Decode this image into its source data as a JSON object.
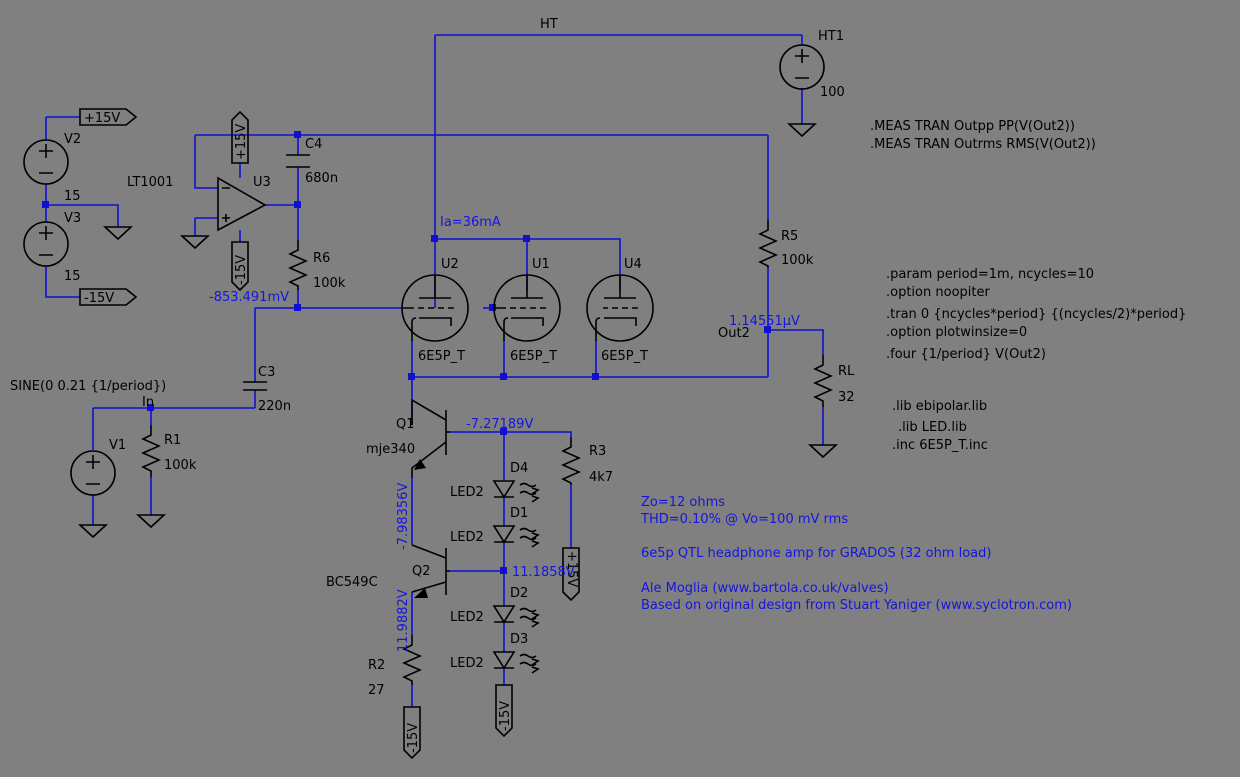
{
  "nets": {
    "ht": "HT",
    "in": "In",
    "out2": "Out2",
    "plus15": "+15V",
    "minus15": "-15V"
  },
  "components": {
    "HT1": {
      "ref": "HT1",
      "value": "100"
    },
    "V2": {
      "ref": "V2",
      "value": "15"
    },
    "V3": {
      "ref": "V3",
      "value": "15"
    },
    "V1": {
      "ref": "V1",
      "value": "SINE(0 0.21 {1/period})"
    },
    "U3": {
      "ref": "U3",
      "value": "LT1001"
    },
    "C4": {
      "ref": "C4",
      "value": "680n"
    },
    "C3": {
      "ref": "C3",
      "value": "220n"
    },
    "R6": {
      "ref": "R6",
      "value": "100k"
    },
    "R5": {
      "ref": "R5",
      "value": "100k"
    },
    "R1": {
      "ref": "R1",
      "value": "100k"
    },
    "RL": {
      "ref": "RL",
      "value": "32"
    },
    "R3": {
      "ref": "R3",
      "value": "4k7"
    },
    "R2": {
      "ref": "R2",
      "value": "27"
    },
    "U2": {
      "ref": "U2",
      "value": "6E5P_T"
    },
    "U1": {
      "ref": "U1",
      "value": "6E5P_T"
    },
    "U4": {
      "ref": "U4",
      "value": "6E5P_T"
    },
    "Q1": {
      "ref": "Q1",
      "value": "mje340"
    },
    "Q2": {
      "ref": "Q2",
      "value": "BC549C"
    },
    "D4": {
      "ref": "D4",
      "value": "LED2"
    },
    "D1": {
      "ref": "D1",
      "value": "LED2"
    },
    "D2": {
      "ref": "D2",
      "value": "LED2"
    },
    "D3": {
      "ref": "D3",
      "value": "LED2"
    }
  },
  "voltages": {
    "ia": "Ia=36mA",
    "grid": "-853.491mV",
    "out": "1.14551µV",
    "q1c": "-7.27189V",
    "q1e": "-7.98356V",
    "q2b": "11.1858V",
    "q2e": "11.9882V"
  },
  "directives": [
    ".MEAS TRAN Outpp PP(V(Out2))",
    ".MEAS TRAN Outrms RMS(V(Out2))",
    ".param period=1m, ncycles=10",
    ".option noopiter",
    ".tran 0 {ncycles*period} {(ncycles/2)*period}",
    ".option plotwinsize=0",
    ".four {1/period} V(Out2)",
    ".lib ebipolar.lib",
    ".lib LED.lib",
    ".inc 6E5P_T.inc"
  ],
  "notes": [
    "Zo=12 ohms",
    "THD=0.10% @ Vo=100 mV rms",
    "6e5p QTL headphone amp for GRADOS (32 ohm load)",
    "Ale Moglia (www.bartola.co.uk/valves)",
    "Based on original design from Stuart Yaniger (www.syclotron.com)"
  ],
  "colors": {
    "background": "#808080",
    "wire": "#1010d0",
    "component": "#000000",
    "annotation": "#1515e0"
  }
}
